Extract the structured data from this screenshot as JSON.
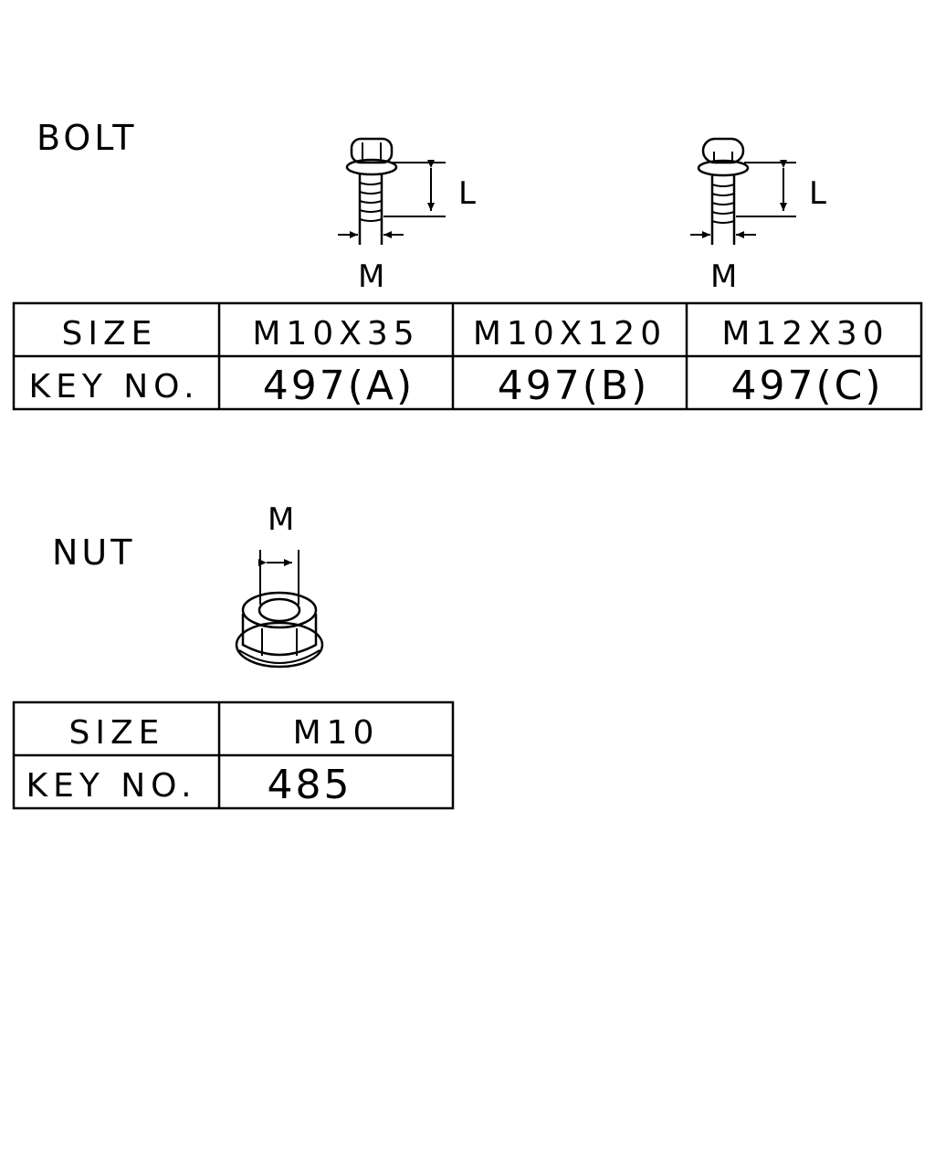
{
  "bolt_section": {
    "title": "BOLT",
    "bolt_a": {
      "length_label": "L",
      "diameter_label": "M"
    },
    "bolt_b": {
      "length_label": "L",
      "diameter_label": "M"
    },
    "table": {
      "row_headers": [
        "SIZE",
        "KEY NO."
      ],
      "columns": [
        {
          "size": "M10X35",
          "key_no": "497(A)"
        },
        {
          "size": "M10X120",
          "key_no": "497(B)"
        },
        {
          "size": "M12X30",
          "key_no": "497(C)"
        }
      ]
    }
  },
  "nut_section": {
    "title": "NUT",
    "diameter_label": "M",
    "table": {
      "row_headers": [
        "SIZE",
        "KEY NO."
      ],
      "columns": [
        {
          "size": "M10",
          "key_no": "485"
        }
      ]
    }
  }
}
